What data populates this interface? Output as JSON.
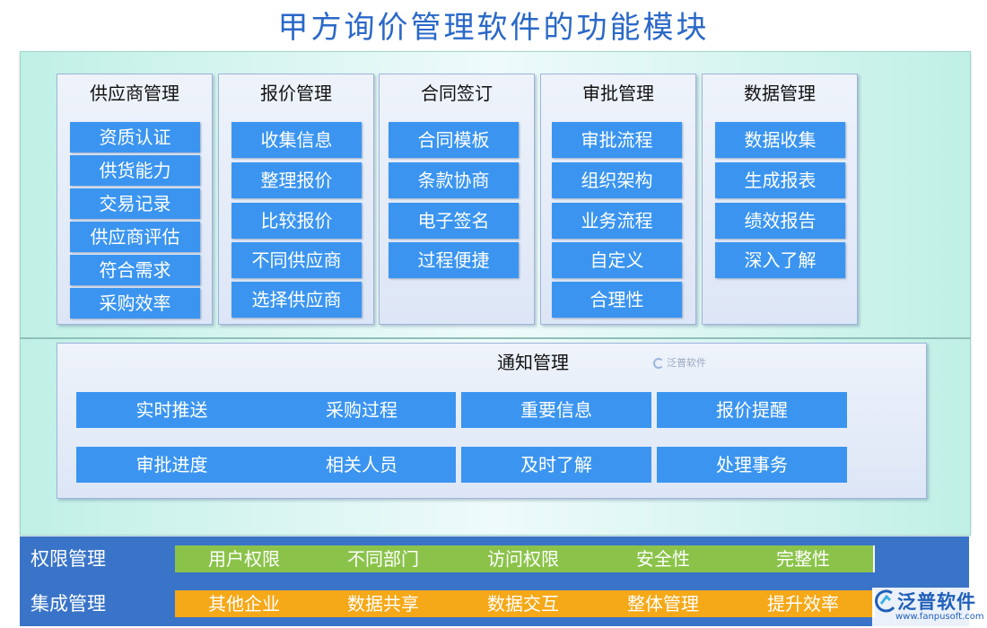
{
  "title": "甲方询价管理软件的功能模块",
  "modules": [
    {
      "title": "供应商管理",
      "items": [
        "资质认证",
        "供货能力",
        "交易记录",
        "供应商评估",
        "符合需求",
        "采购效率"
      ]
    },
    {
      "title": "报价管理",
      "items": [
        "收集信息",
        "整理报价",
        "比较报价",
        "不同供应商",
        "选择供应商"
      ]
    },
    {
      "title": "合同签订",
      "items": [
        "合同模板",
        "条款协商",
        "电子签名",
        "过程便捷"
      ]
    },
    {
      "title": "审批管理",
      "items": [
        "审批流程",
        "组织架构",
        "业务流程",
        "自定义",
        "合理性"
      ]
    },
    {
      "title": "数据管理",
      "items": [
        "数据收集",
        "生成报表",
        "绩效报告",
        "深入了解"
      ]
    }
  ],
  "notify": {
    "title": "通知管理",
    "items": [
      "实时推送",
      "采购过程",
      "重要信息",
      "报价提醒",
      "审批进度",
      "相关人员",
      "及时了解",
      "处理事务"
    ]
  },
  "permission": {
    "label": "权限管理",
    "items": [
      "用户权限",
      "不同部门",
      "访问权限",
      "安全性",
      "完整性"
    ]
  },
  "integration": {
    "label": "集成管理",
    "items": [
      "其他企业",
      "数据共享",
      "数据交互",
      "整体管理",
      "提升效率"
    ]
  },
  "watermark_text": "泛普软件",
  "brand": {
    "name": "泛普软件",
    "url": "www.fanpusoft.com"
  },
  "colors": {
    "item_blue": "#3b95f0",
    "permission_green": "#8bc34a",
    "integration_orange": "#f5a818",
    "bar_blue": "#3a74c8",
    "title_blue": "#2a68c8"
  }
}
